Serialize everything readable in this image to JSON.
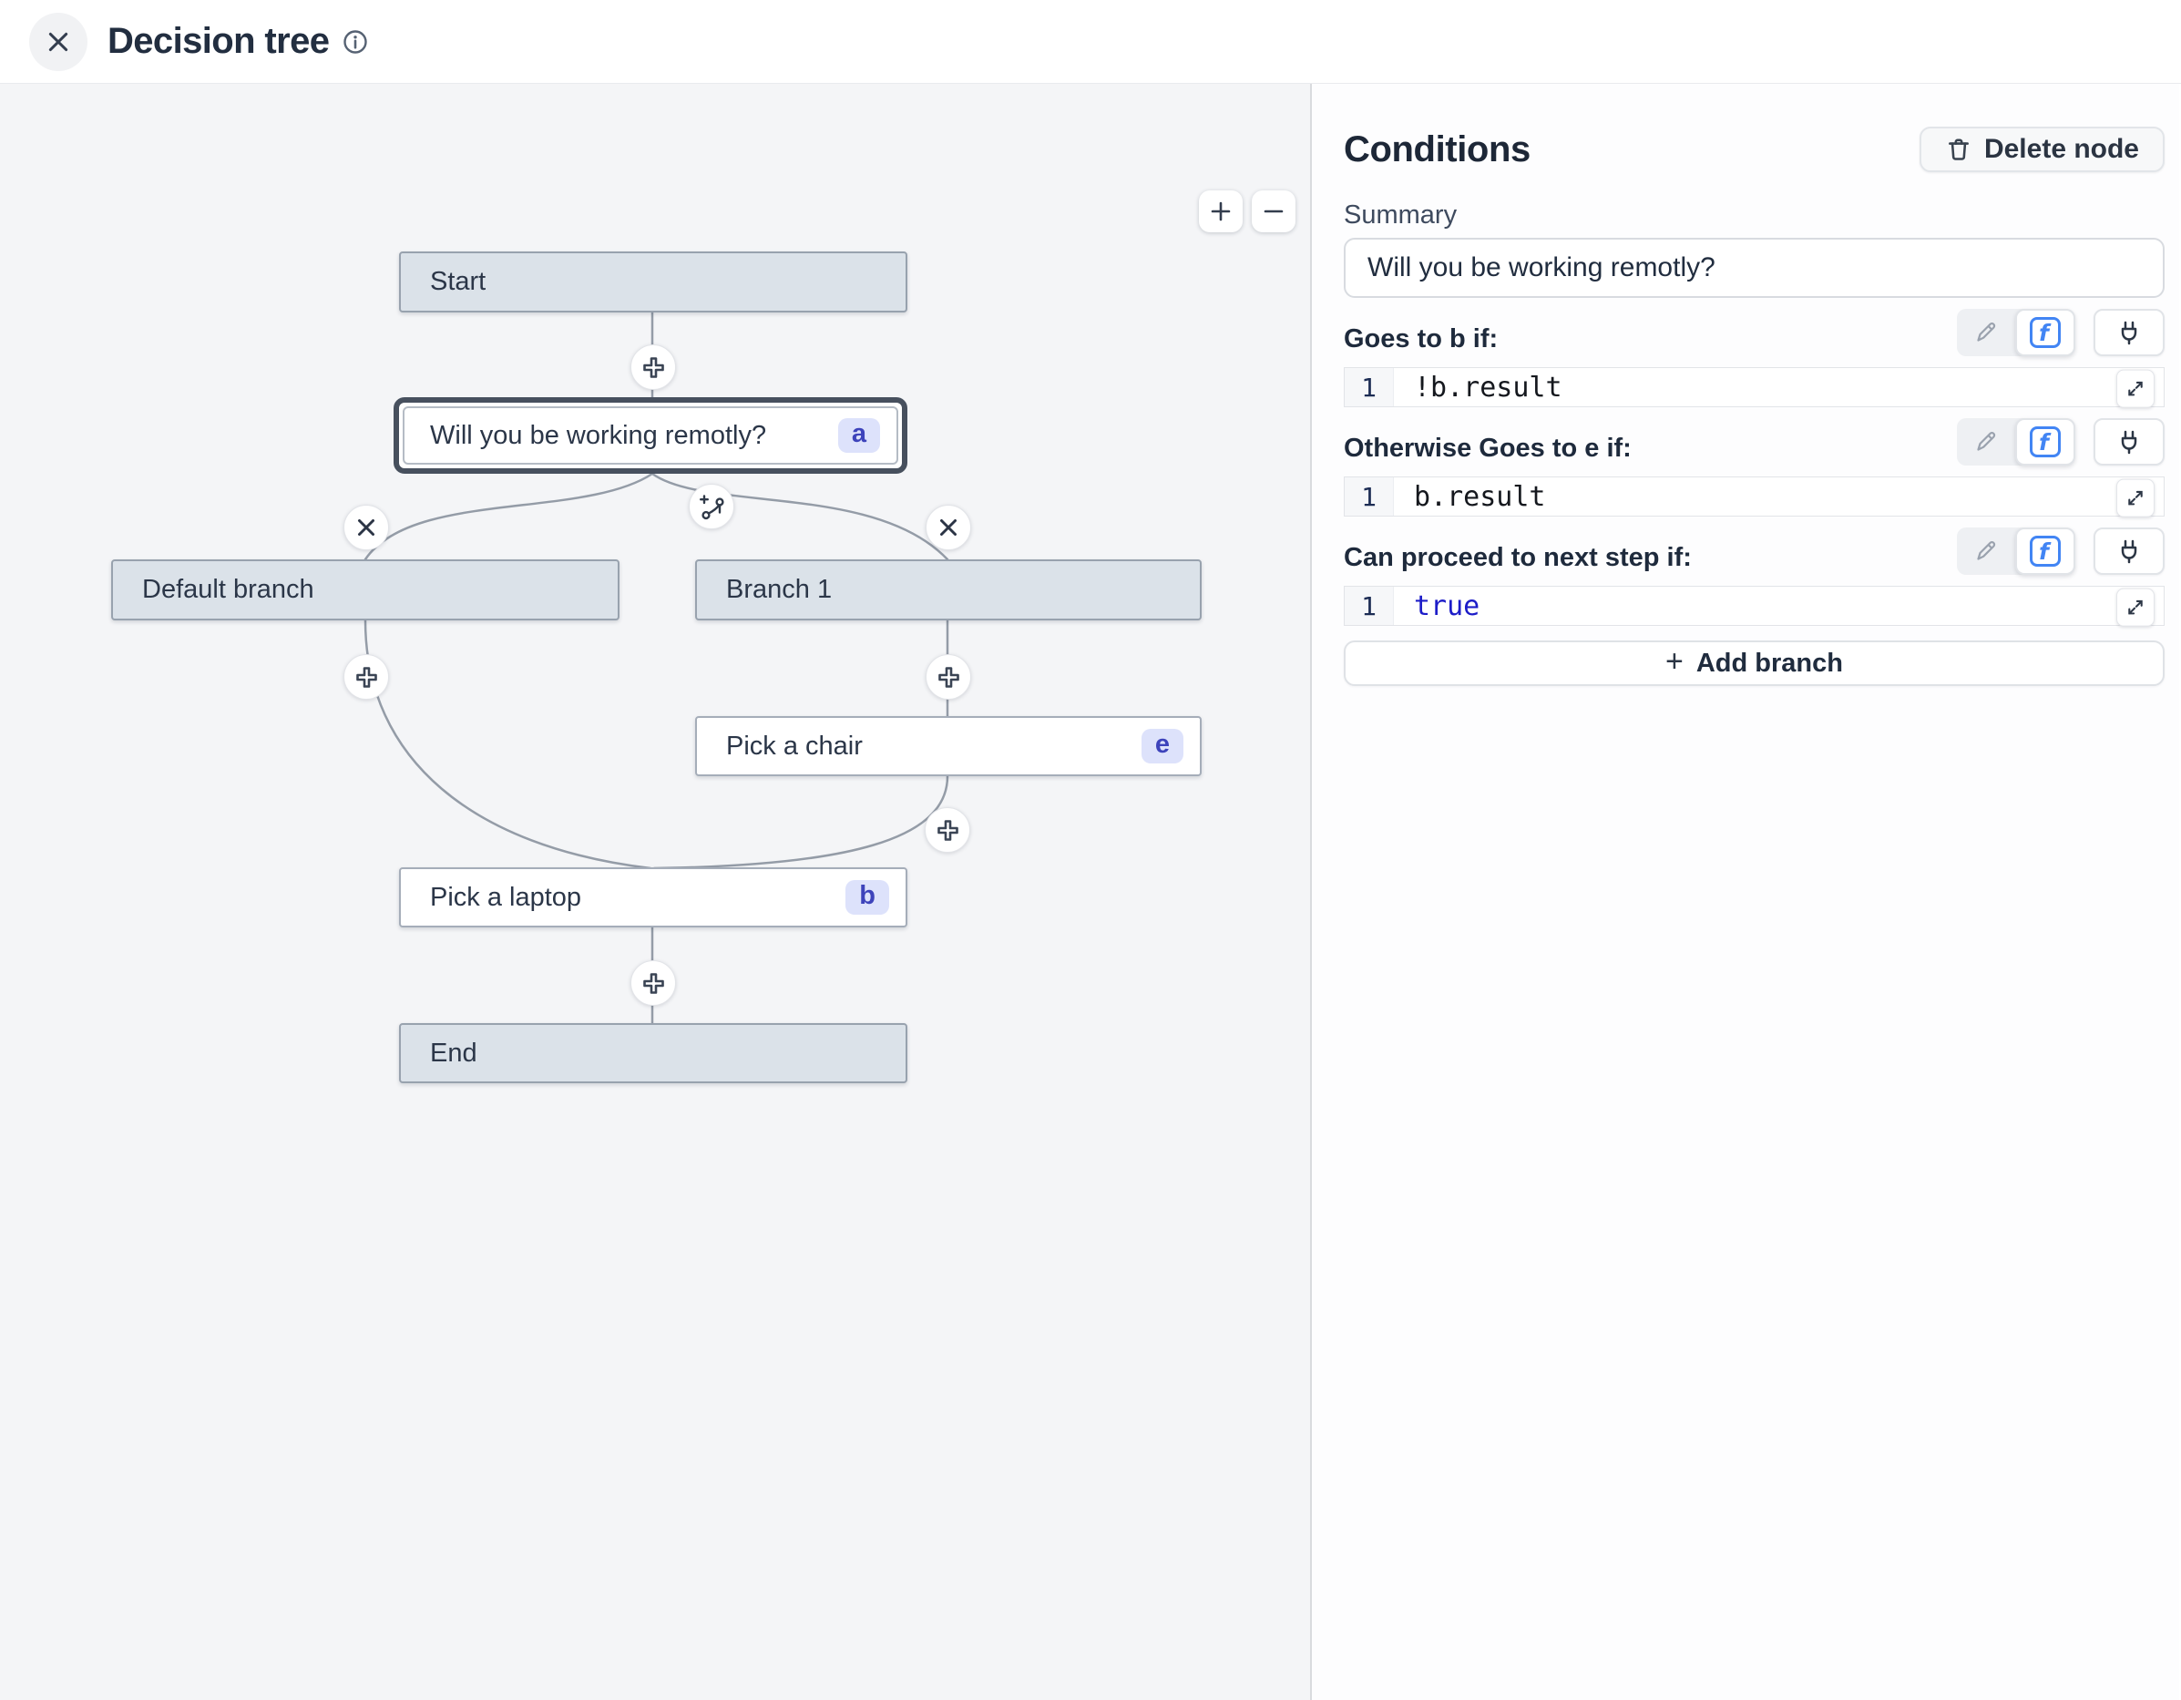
{
  "header": {
    "title": "Decision tree"
  },
  "canvas": {
    "zoom_in_label": "+",
    "zoom_out_label": "−",
    "nodes": {
      "start": {
        "label": "Start"
      },
      "question": {
        "label": "Will you be working remotly?",
        "badge": "a"
      },
      "default_branch": {
        "label": "Default branch"
      },
      "branch_1": {
        "label": "Branch 1"
      },
      "pick_chair": {
        "label": "Pick a chair",
        "badge": "e"
      },
      "pick_laptop": {
        "label": "Pick a laptop",
        "badge": "b"
      },
      "end": {
        "label": "End"
      }
    }
  },
  "panel": {
    "title": "Conditions",
    "delete_node_label": "Delete node",
    "summary_label": "Summary",
    "summary_value": "Will you be working remotly?",
    "sections": [
      {
        "label": "Goes to b if:",
        "line_number": "1",
        "code": "!b.result"
      },
      {
        "label": "Otherwise Goes to e if:",
        "line_number": "1",
        "code": "b.result"
      },
      {
        "label": "Can proceed to next step if:",
        "line_number": "1",
        "code": "true"
      }
    ],
    "add_branch_plus": "+",
    "add_branch_label": "Add branch"
  },
  "colors": {
    "accent_blue": "#4285f4",
    "badge_bg": "#dde2fb",
    "badge_text": "#3d43bb",
    "code_keyword": "#1d1dc8",
    "node_gray": "#dbe2e9",
    "selected_ring": "#47505e",
    "canvas_bg": "#f4f5f7"
  }
}
